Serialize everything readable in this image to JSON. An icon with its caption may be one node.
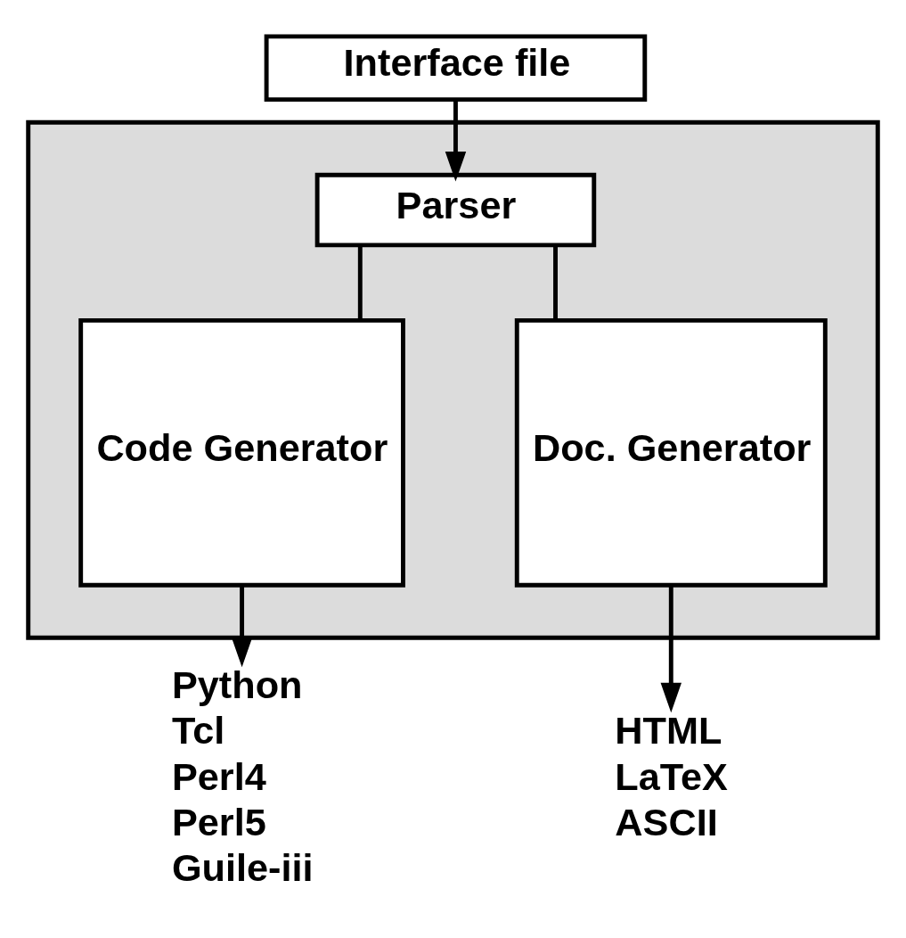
{
  "diagram": {
    "nodes": [
      {
        "text": [
          "Interface file"
        ]
      },
      {
        "text": [],
        "shape": "box"
      },
      {
        "text": [
          "Parser"
        ],
        "in": 1
      },
      {
        "text": [
          "Code Generator"
        ],
        "in": 1
      },
      {
        "text": [
          "Doc. Generator"
        ],
        "in": 1
      },
      {
        "text": [
          "Python",
          "Tcl",
          "Perl4",
          "Perl5",
          "Guile-iii"
        ]
      },
      {
        "text": [
          "HTML",
          "LaTeX",
          "ASCII"
        ]
      }
    ],
    "edges": [
      {
        "from": 0,
        "to": 2,
        "arrow": "to"
      },
      {
        "from": 2,
        "to": 3,
        "arrow": "none"
      },
      {
        "from": 2,
        "to": 4,
        "arrow": "none"
      },
      {
        "from": 3,
        "to": 5,
        "arrow": "to"
      },
      {
        "from": 4,
        "to": 6,
        "arrow": "to"
      }
    ]
  }
}
